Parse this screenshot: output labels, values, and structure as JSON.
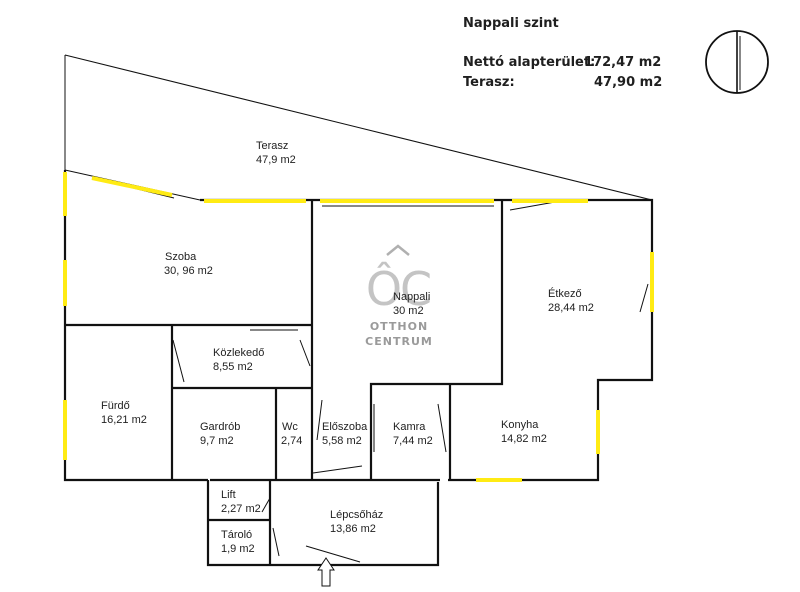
{
  "header": {
    "level_title": "Nappali szint",
    "net_area_label": "Nettó alapterület:",
    "net_area_value": "172,47 m2",
    "terrace_label": "Terasz:",
    "terrace_value": "47,90 m2"
  },
  "watermark": {
    "logo_mark": "ÔC",
    "line1": "OTTHON",
    "line2": "CENTRUM"
  },
  "rooms": {
    "terasz": {
      "name": "Terasz",
      "area": "47,9 m2"
    },
    "szoba": {
      "name": "Szoba",
      "area": "30, 96 m2"
    },
    "nappali": {
      "name": "Nappali",
      "area": "30 m2"
    },
    "etkezo": {
      "name": "Étkező",
      "area": "28,44 m2"
    },
    "kozlekedo": {
      "name": "Közlekedő",
      "area": "8,55 m2"
    },
    "furdo": {
      "name": "Fürdő",
      "area": "16,21 m2"
    },
    "gardrob": {
      "name": "Gardrób",
      "area": "9,7 m2"
    },
    "wc": {
      "name": "Wc",
      "area": "2,74"
    },
    "eloszoba": {
      "name": "Előszoba",
      "area": "5,58 m2"
    },
    "kamra": {
      "name": "Kamra",
      "area": "7,44 m2"
    },
    "konyha": {
      "name": "Konyha",
      "area": "14,82 m2"
    },
    "lift": {
      "name": "Lift",
      "area": "2,27 m2"
    },
    "lepcsohaz": {
      "name": "Lépcsőház",
      "area": "13,86 m2"
    },
    "tarolo": {
      "name": "Tároló",
      "area": "1,9 m2"
    }
  },
  "colors": {
    "wall": "#111111",
    "window": "#ffeb14",
    "watermark": "#9a9a9a"
  },
  "icons": {
    "compass": "north-compass-icon",
    "entrance": "entrance-arrow-icon"
  }
}
